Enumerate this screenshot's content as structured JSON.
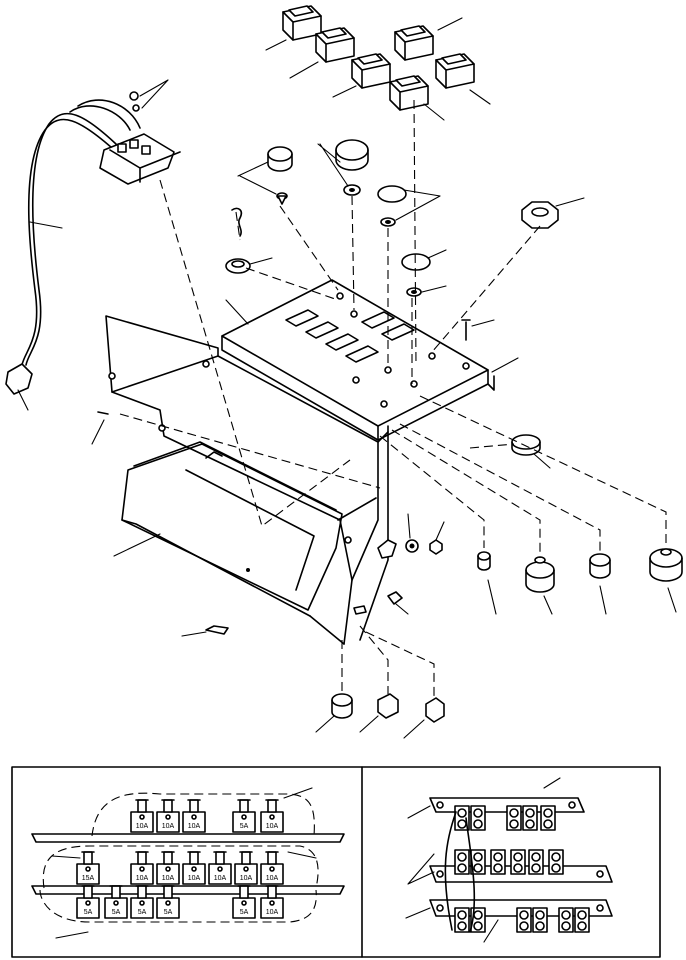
{
  "fuse_panel": {
    "row1": [
      "10A",
      "10A",
      "10A",
      "5A",
      "10A"
    ],
    "row2": [
      "15A",
      "10A",
      "10A",
      "10A",
      "10A",
      "10A",
      "10A"
    ],
    "row3": [
      "5A",
      "5A",
      "5A",
      "5A",
      "5A",
      "10A"
    ]
  }
}
